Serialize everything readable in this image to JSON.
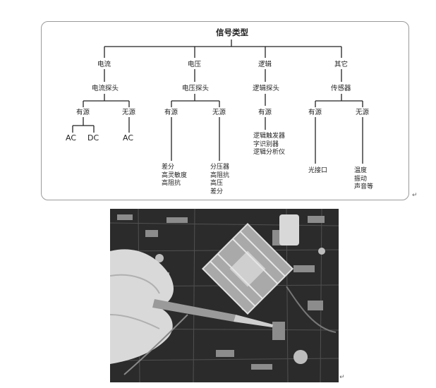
{
  "diagram": {
    "title": "信号类型",
    "categories": [
      {
        "name": "电流",
        "probe": "电流探头"
      },
      {
        "name": "电压",
        "probe": "电压探头"
      },
      {
        "name": "逻辑",
        "probe": "逻辑探头"
      },
      {
        "name": "其它",
        "probe": "传感器"
      }
    ],
    "current": {
      "active": "有源",
      "passive": "无源",
      "active_leaves": [
        "AC",
        "DC"
      ],
      "passive_leaf": "AC"
    },
    "voltage": {
      "active": "有源",
      "passive": "无源",
      "active_list": "差分\n高灵敏度\n高阻抗",
      "passive_list": "分压器\n高阻抗\n高压\n差分"
    },
    "logic": {
      "active": "有源",
      "list": "逻辑触发器\n字识别器\n逻辑分析仪"
    },
    "other": {
      "active": "有源",
      "passive": "无源",
      "active_list": "光接口",
      "passive_list": "温度\n振动\n声音等"
    }
  },
  "marks": {
    "return": "↵"
  },
  "colors": {
    "line": "#222222",
    "border": "#9a9a9a"
  }
}
